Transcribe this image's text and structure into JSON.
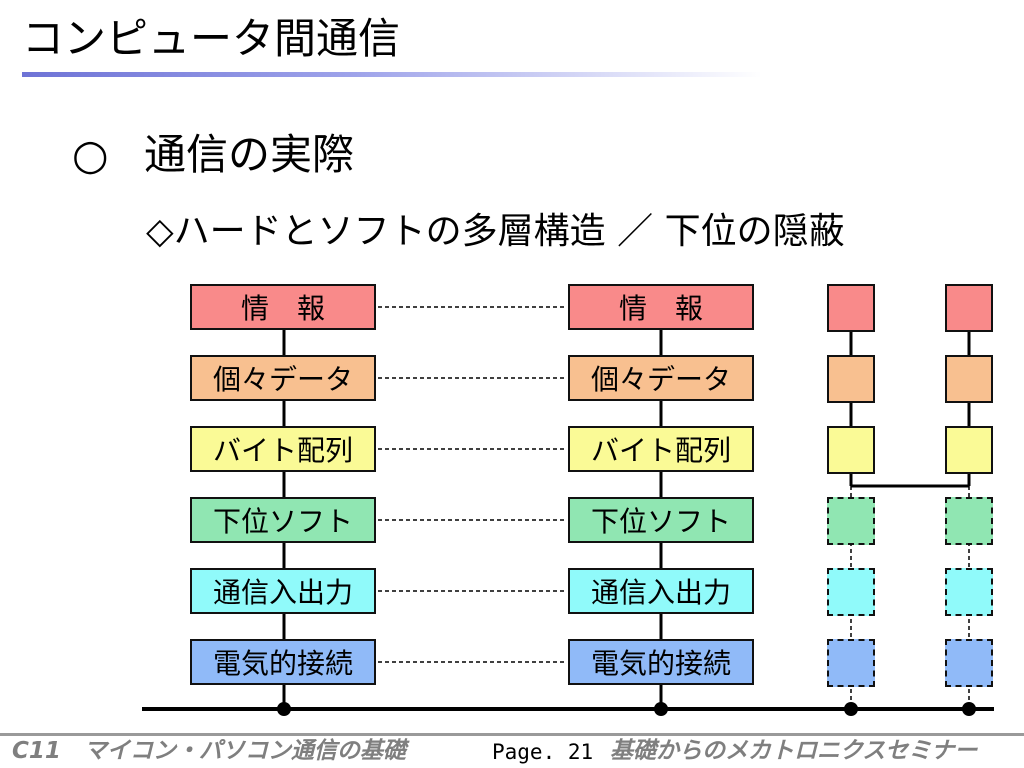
{
  "title": "コンピュータ間通信",
  "heading": {
    "mark": "○",
    "text": "通信の実際"
  },
  "subheading": "◇ハードとソフトの多層構造 ／ 下位の隠蔽",
  "layers": [
    {
      "label": "情　報",
      "color": "#f98a8a"
    },
    {
      "label": "個々データ",
      "color": "#f8c090"
    },
    {
      "label": "バイト配列",
      "color": "#fafa96"
    },
    {
      "label": "下位ソフト",
      "color": "#90e6b2"
    },
    {
      "label": "通信入出力",
      "color": "#90fafa"
    },
    {
      "label": "電気的接続",
      "color": "#90baf8"
    }
  ],
  "footer": {
    "course": "C11　マイコン・パソコン通信の基礎",
    "page": "Page. 21",
    "series": "基礎からのメカトロニクスセミナー"
  }
}
